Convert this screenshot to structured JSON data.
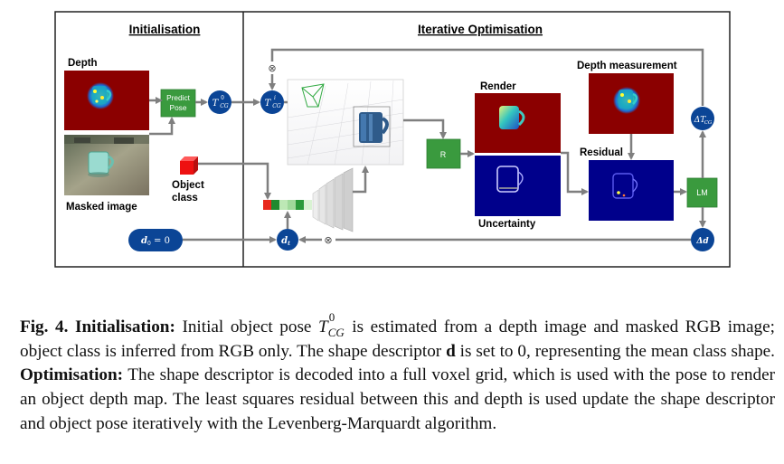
{
  "diagram": {
    "sections": {
      "init": "Initialisation",
      "opt": "Iterative Optimisation"
    },
    "labels": {
      "depth": "Depth",
      "masked": "Masked image",
      "object_class_1": "Object",
      "object_class_2": "class",
      "render": "Render",
      "uncertainty": "Uncertainty",
      "depth_meas": "Depth measurement",
      "residual": "Residual"
    },
    "boxes": {
      "predict_1": "Predict",
      "predict_2": "Pose",
      "r": "R",
      "lm": "LM"
    },
    "nodes": {
      "t0_main": "T",
      "t0_sup": "0",
      "t0_sub": "CG",
      "ti_main": "T",
      "ti_sup": "i",
      "ti_sub": "CG",
      "d0": "d",
      "d0_sub": "0",
      "d0_rest": " = 0",
      "dt_main": "d",
      "dt_sub": "t",
      "dT": "ΔT",
      "dT_sub": "CG",
      "dd": "Δd"
    },
    "ops": {
      "otimes": "⊗"
    },
    "colors": {
      "navy": "#0b4596",
      "green": "#3a9a3e",
      "maroon": "#8b0000",
      "darkblue": "#00008b",
      "arrow": "#7f7f7f"
    }
  },
  "caption": {
    "fig": "Fig. 4.",
    "init_bold": "Initialisation:",
    "p1": " Initial object pose ",
    "T": "T",
    "T_sup": "0",
    "T_sub": "CG",
    "p2": " is estimated from a depth image and masked RGB image; object class is inferred from RGB only. The shape descriptor ",
    "d": "d",
    "p3": " is set to 0, representing the mean class shape. ",
    "opt_bold": "Optimisation:",
    "p4": " The shape descriptor is decoded into a full voxel grid, which is used with the pose to render an object depth map. The least squares residual between this and depth is used update the shape descriptor and object pose iteratively with the Levenberg-Marquardt algorithm."
  }
}
